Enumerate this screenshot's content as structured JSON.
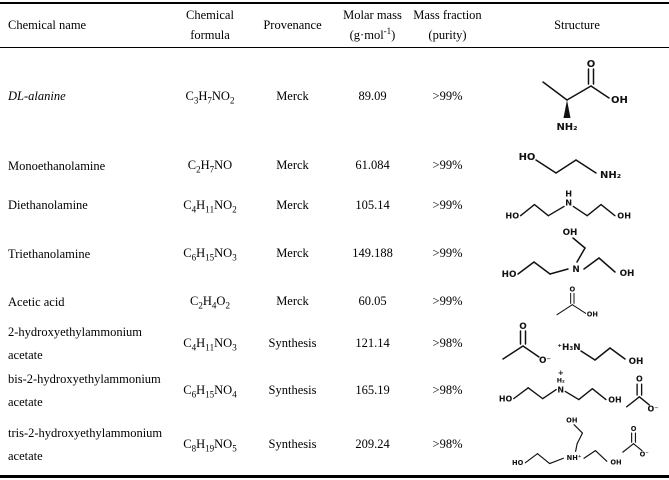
{
  "table": {
    "headers": {
      "chemical_name": "Chemical name",
      "formula_line1": "Chemical",
      "formula_line2": "formula",
      "provenance": "Provenance",
      "molar_line1": "Molar mass",
      "molar_line2": "(g·mol⁻¹)",
      "fraction_line1": "Mass fraction",
      "fraction_line2": "(purity)",
      "structure": "Structure"
    },
    "rows": [
      {
        "name": "DL-alanine",
        "formula": "C₃H₇NO₂",
        "provenance": "Merck",
        "molar_mass": "89.09",
        "purity": ">99%",
        "structure_alt": "skeletal formula of DL-alanine",
        "labels": {
          "o": "O",
          "oh": "OH",
          "nh2": "NH₂"
        }
      },
      {
        "name": "Monoethanolamine",
        "formula": "C₂H₇NO",
        "provenance": "Merck",
        "molar_mass": "61.084",
        "purity": ">99%",
        "structure_alt": "skeletal formula of monoethanolamine",
        "labels": {
          "ho": "HO",
          "nh2": "NH₂"
        }
      },
      {
        "name": "Diethanolamine",
        "formula": "C₄H₁₁NO₂",
        "provenance": "Merck",
        "molar_mass": "105.14",
        "purity": ">99%",
        "structure_alt": "skeletal formula of diethanolamine",
        "labels": {
          "ho": "HO",
          "h": "H",
          "n": "N",
          "oh": "OH"
        }
      },
      {
        "name": "Triethanolamine",
        "formula": "C₆H₁₅NO₃",
        "provenance": "Merck",
        "molar_mass": "149.188",
        "purity": ">99%",
        "structure_alt": "skeletal formula of triethanolamine",
        "labels": {
          "oh_top": "OH",
          "ho": "HO",
          "n": "N",
          "oh": "OH"
        }
      },
      {
        "name": "Acetic acid",
        "formula": "C₂H₄O₂",
        "provenance": "Merck",
        "molar_mass": "60.05",
        "purity": ">99%",
        "structure_alt": "skeletal formula of acetic acid",
        "labels": {
          "o": "O",
          "oh": "OH"
        }
      },
      {
        "name": "2-hydroxyethylammonium acetate",
        "formula": "C₄H₁₁NO₃",
        "provenance": "Synthesis",
        "molar_mass": "121.14",
        "purity": ">98%",
        "structure_alt": "skeletal formulas of acetate anion and 2-hydroxyethylammonium cation",
        "labels": {
          "o": "O",
          "o_minus": "O⁻",
          "h3n": "⁺H₃N",
          "oh": "OH"
        }
      },
      {
        "name": "bis-2-hydroxyethylammonium acetate",
        "formula": "C₆H₁₅NO₄",
        "provenance": "Synthesis",
        "molar_mass": "165.19",
        "purity": ">98%",
        "structure_alt": "skeletal formulas of bis-2-hydroxyethylammonium cation and acetate anion",
        "labels": {
          "ho": "HO",
          "plus": "+",
          "h2": "H₂",
          "n": "N",
          "oh": "OH",
          "o": "O",
          "o_minus": "O⁻"
        }
      },
      {
        "name": "tris-2-hydroxyethylammonium acetate",
        "formula": "C₈H₁₉NO₅",
        "provenance": "Synthesis",
        "molar_mass": "209.24",
        "purity": ">98%",
        "structure_alt": "skeletal formulas of tris-2-hydroxyethylammonium cation and acetate anion",
        "labels": {
          "oh_top": "OH",
          "ho": "HO",
          "nh": "NH⁺",
          "oh": "OH",
          "o": "O",
          "o_minus": "O⁻"
        }
      }
    ]
  }
}
